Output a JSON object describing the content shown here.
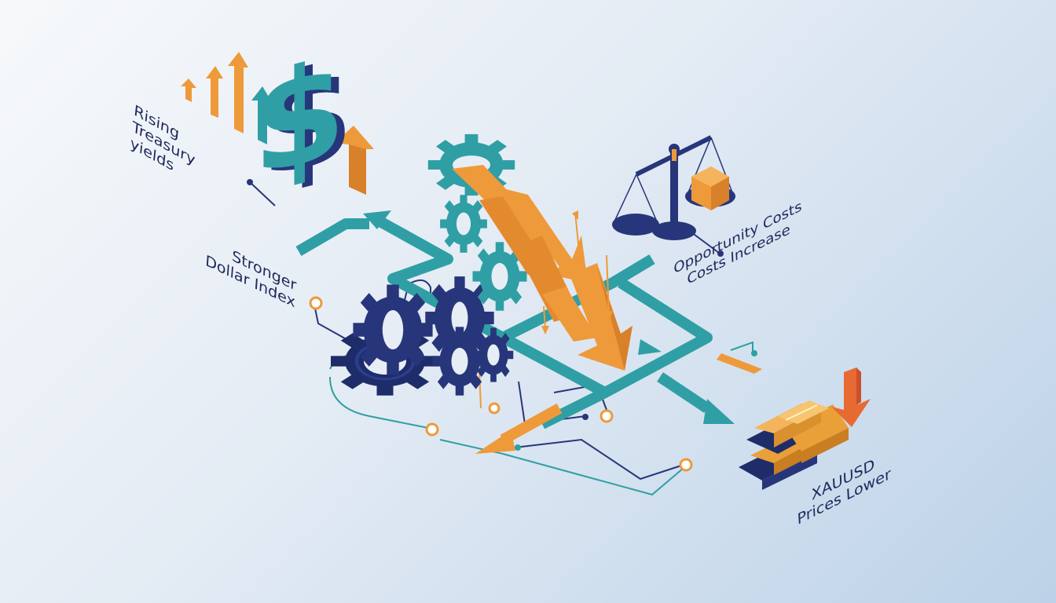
{
  "labels": {
    "rising_treasury": [
      "Rising",
      "Treasury",
      "yields"
    ],
    "stronger_dollar": [
      "Stronger",
      "Dollar Index"
    ],
    "opportunity_costs": [
      "Opportunity Costs",
      "Costs Increase"
    ],
    "xauusd": [
      "XAUUSD",
      "Prices Lower"
    ]
  },
  "icons": {
    "dollar": "dollar-sign-icon",
    "scale": "balance-scale-icon",
    "gold": "gold-bars-icon",
    "gears": "gear-icon",
    "arrows_up": "arrow-up-icon",
    "arrows_down": "arrow-down-icon"
  },
  "colors": {
    "teal": "#2f9fa5",
    "orange": "#ee9a3a",
    "navy": "#27367a",
    "red_orange": "#e86a33",
    "gold": "#e9a038",
    "label_text": "#1f2a5c"
  }
}
